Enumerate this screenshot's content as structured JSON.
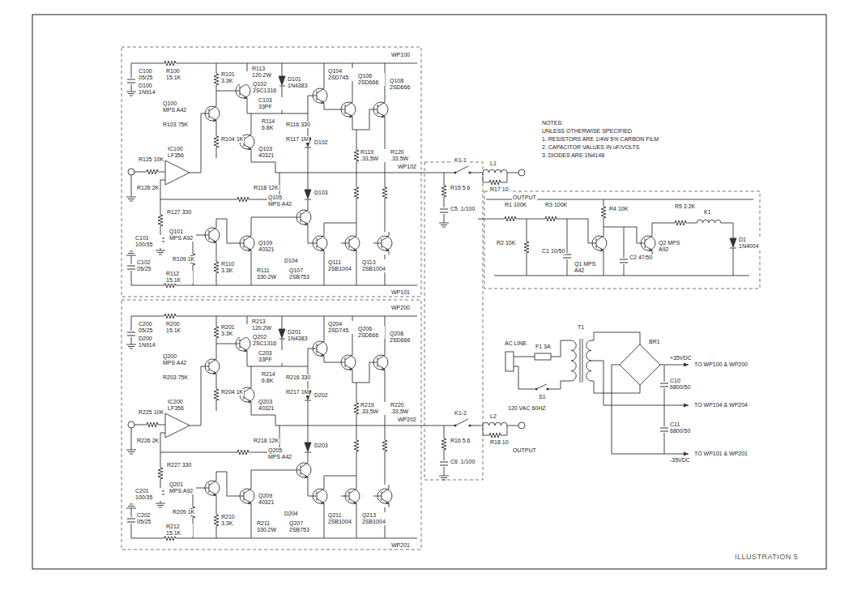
{
  "diagram": {
    "caption": "ILLUSTRATION 5",
    "labels": [
      "R100 15.1K",
      "C100 05/25",
      "D100 1N914",
      "R101 3.3K",
      "R113 120.2W",
      "D101 1N4383",
      "Q100 MPS A42",
      "R103 75K",
      "R104 1K",
      "C103 33PF",
      "Q102 2SC1316",
      "Q103 40321",
      "R114 6.8K",
      "Q104 2SD745",
      "Q106 2SD666",
      "Q108 2SD666",
      "D102",
      "R116 330",
      "R117 1M",
      "R119 .33,5W",
      "R120 .33,5W",
      "R118 12K",
      "IC100 LF356",
      "R125 10K",
      "R126 2K",
      "R127 330",
      "C101 100/35",
      "Q101 MPS A92",
      "Q105 MPS A42",
      "D103",
      "D104",
      "Q107 2SB753",
      "Q109 40321",
      "Q111 2SB1004",
      "Q113 2SB1004",
      "R109 1K",
      "R110 3.3K",
      "R111 330.2W",
      "R112 15.1K",
      "C102 05/25",
      "WP100",
      "WP101",
      "WP102",
      "R200 15.1K",
      "C200 05/25",
      "D200 1N914",
      "R201 3.3K",
      "R213 120.2W",
      "D201 1N4383",
      "Q200 MPS A42",
      "R203 75K",
      "R204 1K",
      "C203 33PF",
      "Q202 2SC1316",
      "Q203 40321",
      "R214 6.8K",
      "Q204 2SD745",
      "Q206 2SD666",
      "Q208 2SD666",
      "D202",
      "R216 330",
      "R217 1M",
      "R219 .33,5W",
      "R220 .33,5W",
      "R218 12K",
      "IC200 LF356",
      "R225 10K",
      "R226 2K",
      "R227 330",
      "C201 100/35",
      "Q201 MPS A92",
      "Q205 MPS A42",
      "D203",
      "D204",
      "Q207 2SB753",
      "Q209 40321",
      "Q211 2SB1004",
      "Q213 2SB1004",
      "R209 1K",
      "R210 3.3K",
      "R211 330.2W",
      "R212 15.1K",
      "C202 05/25",
      "WP200",
      "WP201",
      "WP202",
      "C5 .1/100",
      "R15 5.6",
      "K1-1",
      "L1",
      "R17 10",
      "OUTPUT",
      "C6 .1/100",
      "R16 5.6",
      "K1-2",
      "L2",
      "R18 10",
      "OUTPUT",
      "R1 100K",
      "R2 10K",
      "R3 100K",
      "C1 10/50",
      "Q1 MPS A42",
      "R4 10K",
      "C2 47/50",
      "Q2 MPS A92",
      "R5 2.2K",
      "K1",
      "D1 1N4004",
      "AC LINE",
      "F1 3A",
      "S1",
      "T1",
      "120 VAC 60HZ",
      "BR1",
      "+35VDC",
      "TO WP100 & WP200",
      "C10 6800/50",
      "C11 6800/50",
      "TO WP104 & WP204",
      "-35VDC",
      "TO WP101 & WP201",
      "NOTES:",
      "UNLESS OTHERWISE SPECIFIED",
      "1. RESISTORS ARE 1/4W 5% CARBON FILM",
      "2. CAPACITOR VALUES IN uF/VOLTS",
      "3. DIODES ARE 1N4148"
    ]
  }
}
